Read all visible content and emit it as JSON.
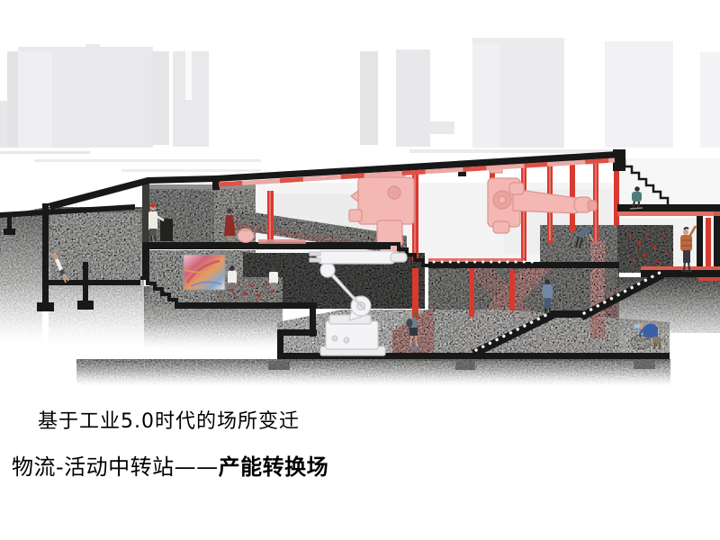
{
  "caption": {
    "line1": "基于工业5.0时代的场所变迁",
    "line2_prefix": "物流-活动中转站——",
    "line2_bold": "产能转换场"
  },
  "palette": {
    "background": "#ffffff",
    "structure_black": "#181818",
    "accent_red": "#d83a30",
    "robot_pink": "#f3b8b4",
    "concrete_gray": "#9a9a98",
    "context_building_gray": "#e9e9eb",
    "text_color": "#000000"
  },
  "scene": {
    "type": "architectural-sectional-perspective",
    "elements": [
      "context-buildings",
      "sloped-black-roof",
      "red-steel-columns",
      "concrete-floor-slabs",
      "hanging-pink-robot-arms",
      "white-industrial-robot",
      "dotted-grand-staircase",
      "gallery-mural",
      "paint-splatter-walls",
      "visitor-figures",
      "excavated-ground"
    ]
  }
}
